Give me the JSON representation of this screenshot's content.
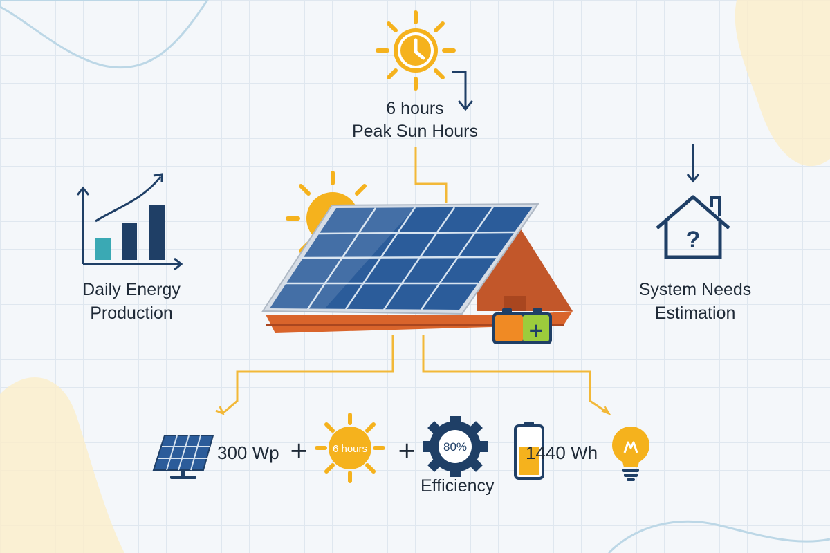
{
  "sun_hours": {
    "value": "6 hours",
    "caption": "Peak Sun Hours"
  },
  "daily_energy": {
    "line1": "Daily Energy",
    "line2": "Production"
  },
  "system_needs": {
    "line1": "System Needs",
    "line2": "Estimation"
  },
  "formula": {
    "panel_power": "300 Wp",
    "plus1": "+",
    "sun_badge": "6 hours",
    "plus2": "+",
    "efficiency_value": "80%",
    "efficiency_label": "Efficiency",
    "result": "1440 Wh"
  },
  "house_icon_mark": "?",
  "battery_mark": "+",
  "colors": {
    "sun": "#f5b21d",
    "navy": "#1f3f66",
    "teal": "#3aa9b4",
    "roof": "#d9642b",
    "connector": "#f2b838",
    "panel": "#2b5c9a"
  }
}
